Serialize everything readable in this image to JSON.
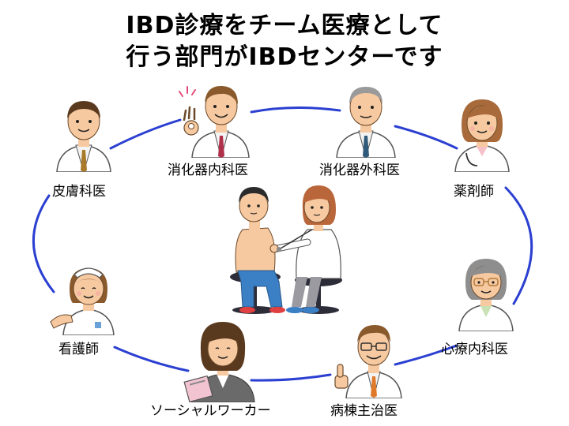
{
  "title": {
    "line1": "IBD診療をチーム医療として",
    "line2": "行う部門がIBDセンターです"
  },
  "roles": {
    "dermatology": "皮膚科医",
    "gastro_internal": "消化器内科医",
    "gastro_surgery": "消化器外科医",
    "pharmacist": "薬剤師",
    "psychosomatic": "心療内科医",
    "ward_physician": "病棟主治医",
    "social_worker": "ソーシャルワーカー",
    "nurse": "看護師"
  },
  "colors": {
    "ring": "#2b3fd1",
    "coat": "#ffffff",
    "skin": "#f7c9a0",
    "hair_dark": "#5a3a1e",
    "hair_brown": "#8a5a2c",
    "hair_gray": "#9a9a9a",
    "pants": "#3b7fc4",
    "chair": "#2d2d3a"
  }
}
